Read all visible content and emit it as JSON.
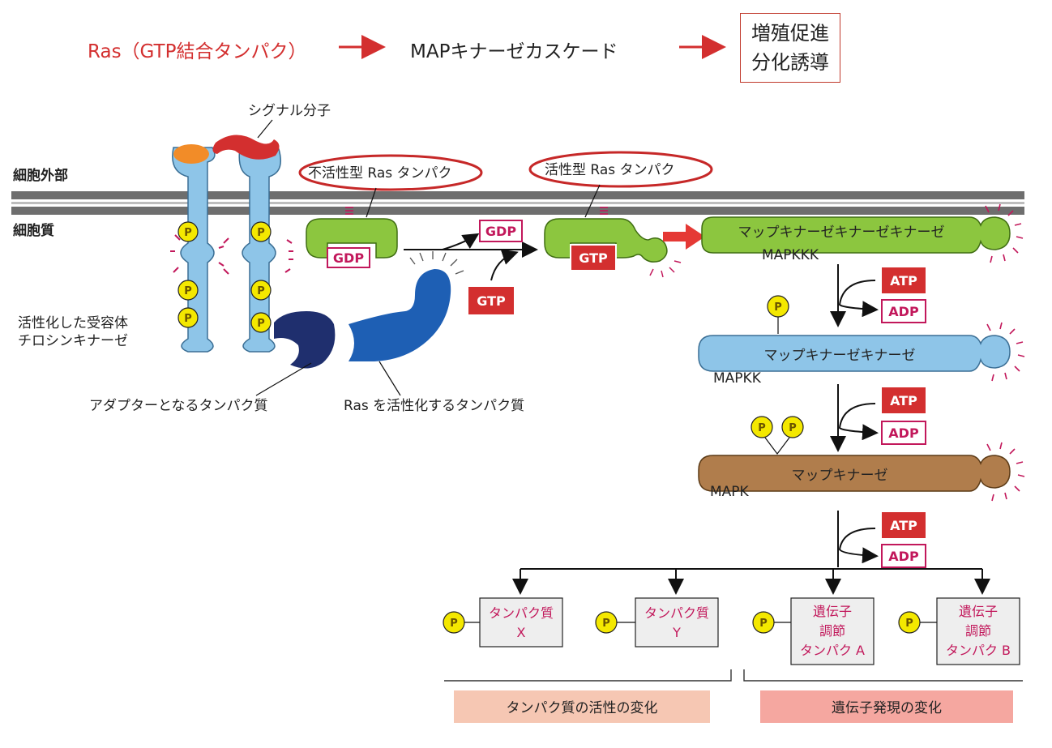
{
  "header": {
    "ras": "Ras（GTP結合タンパク）",
    "cascade": "MAPキナーゼカスケード",
    "outcome_line1": "増殖促進",
    "outcome_line2": "分化誘導"
  },
  "labels": {
    "signal": "シグナル分子",
    "extracellular": "細胞外部",
    "cytoplasm": "細胞質",
    "inactive_ras": "不活性型 Ras タンパク",
    "active_ras": "活性型 Ras タンパク",
    "receptor_line1": "活性化した受容体",
    "receptor_line2": "チロシンキナーゼ",
    "adapter": "アダプターとなるタンパク質",
    "ras_activator": "Ras を活性化するタンパク質"
  },
  "chips": {
    "gdp": "GDP",
    "gtp": "GTP",
    "atp": "ATP",
    "adp": "ADP",
    "p": "P"
  },
  "kinases": {
    "mapkkk_jp": "マップキナーゼキナーゼキナーゼ",
    "mapkkk": "MAPKKK",
    "mapkk_jp": "マップキナーゼキナーゼ",
    "mapkk": "MAPKK",
    "mapk_jp": "マップキナーゼ",
    "mapk": "MAPK"
  },
  "targets": {
    "x_line1": "タンパク質",
    "x_line2": "X",
    "y_line1": "タンパク質",
    "y_line2": "Y",
    "a_line1": "遺伝子",
    "a_line2": "調節",
    "a_line3": "タンパク A",
    "b_line1": "遺伝子",
    "b_line2": "調節",
    "b_line3": "タンパク B"
  },
  "footer": {
    "activity_change": "タンパク質の活性の変化",
    "expression_change": "遺伝子発現の変化"
  },
  "colors": {
    "red": "#d32f2f",
    "membrane": "#6e6e6e",
    "receptor": "#8ec5e8",
    "green": "#8cc63f",
    "brown": "#b07d4c",
    "dark_blue": "#1f2f6e",
    "blue": "#1e5fb4",
    "phosphate": "#f4e800",
    "magenta": "#c2185b"
  }
}
